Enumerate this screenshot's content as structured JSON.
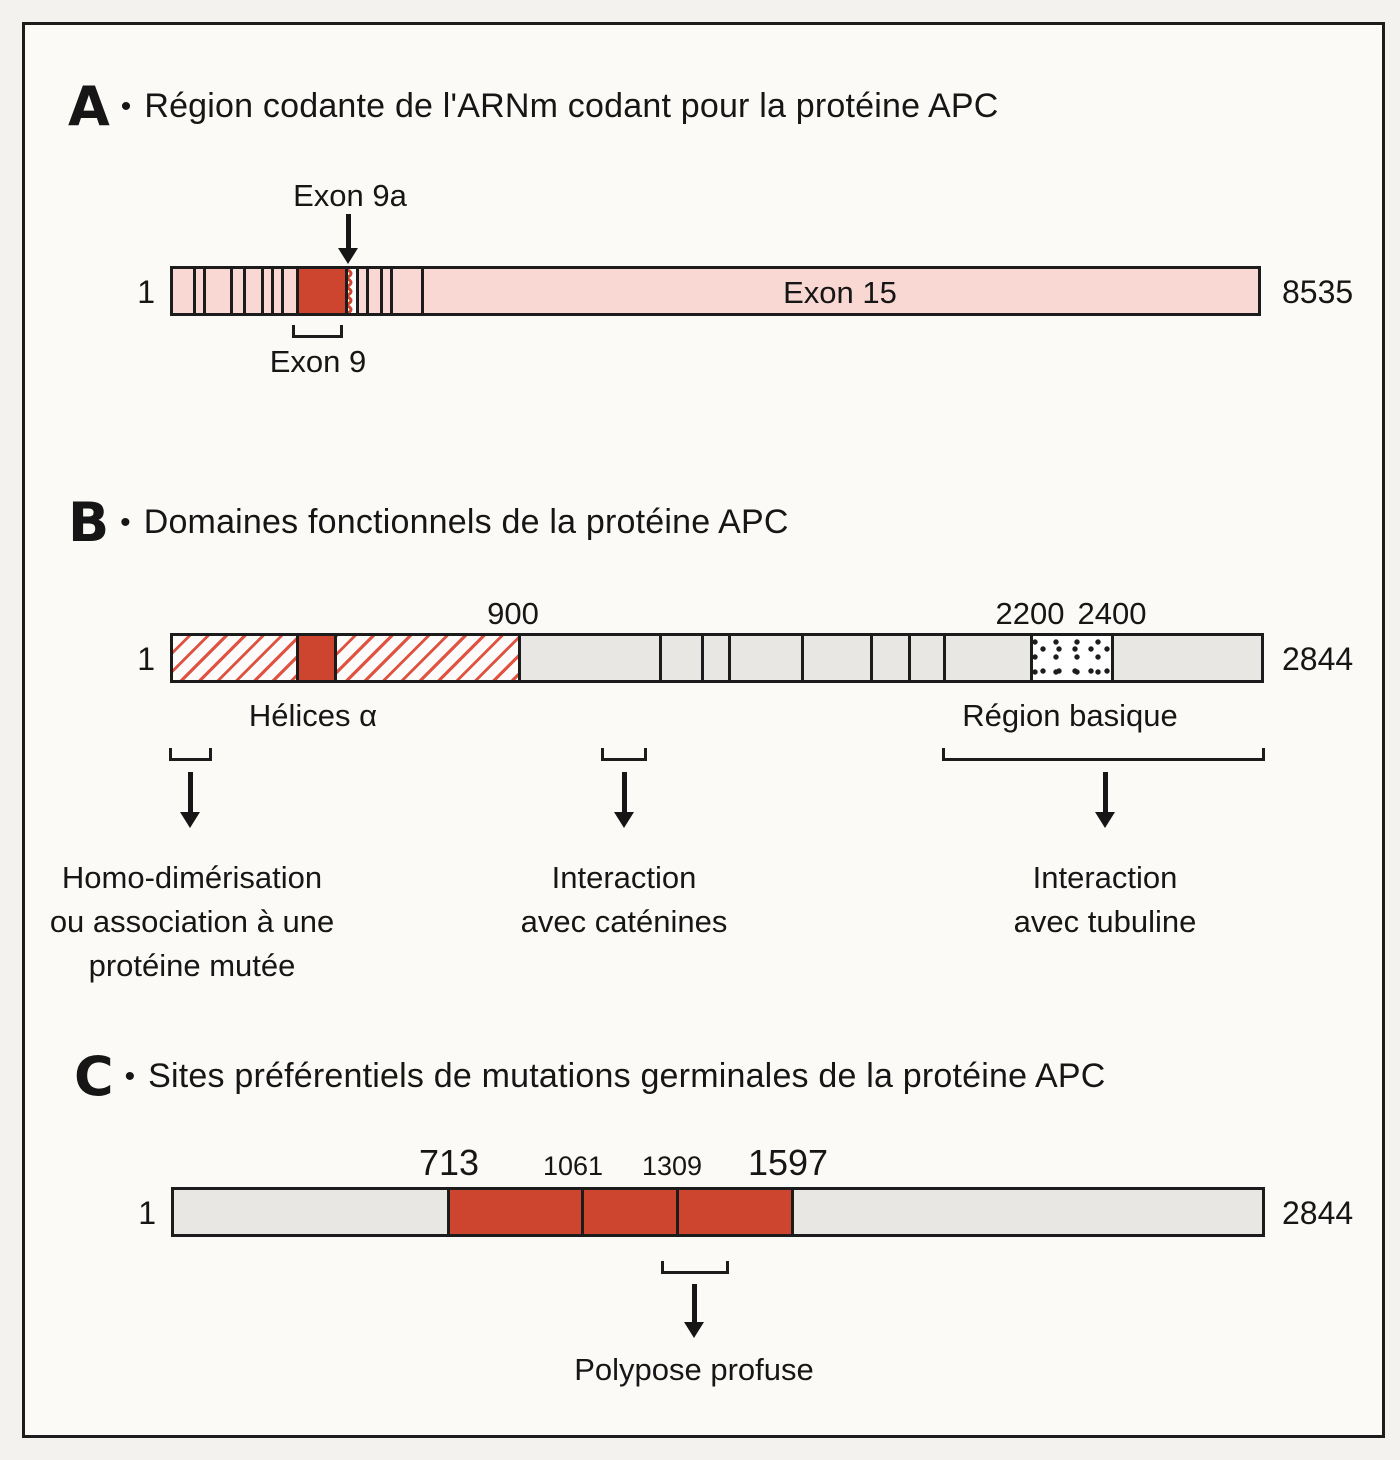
{
  "colors": {
    "red": "#ce452f",
    "pink": "#f9d7d3",
    "gray": "#e8e7e3",
    "hatch_red": "#df5340",
    "line": "#1c1c1c"
  },
  "panel_a": {
    "label": "A",
    "bullet": "•",
    "title": "Région codante de l'ARNm codant pour la protéine APC",
    "exon9a_label": "Exon 9a",
    "exon9_label": "Exon 9",
    "bar": {
      "start": "1",
      "end": "8535",
      "exon15_label": "Exon 15",
      "dividers": [
        20,
        30,
        57,
        70,
        88,
        98,
        108,
        123,
        172,
        183,
        193,
        207,
        217,
        248
      ]
    }
  },
  "panel_b": {
    "label": "B",
    "bullet": "•",
    "title": "Domaines fonctionnels de la protéine APC",
    "bar": {
      "start": "1",
      "end": "2844",
      "dividers": [
        123,
        161,
        345,
        486,
        528,
        555,
        628,
        697,
        735,
        770,
        857,
        938
      ]
    },
    "ticks": {
      "t900": "900",
      "t2200": "2200",
      "t2400": "2400"
    },
    "helices_label": "Hélices α",
    "region_basique_label": "Région basique",
    "annotations": [
      {
        "lines": [
          "Homo-dimérisation",
          "ou association à une",
          "protéine mutée"
        ]
      },
      {
        "lines": [
          "Interaction",
          "avec caténines"
        ]
      },
      {
        "lines": [
          "Interaction",
          "avec tubuline"
        ]
      }
    ]
  },
  "panel_c": {
    "label": "C",
    "bullet": "•",
    "title": "Sites préférentiels de mutations germinales de la protéine APC",
    "bar": {
      "start": "1",
      "end": "2844",
      "dividers": [
        273,
        407,
        502,
        617
      ]
    },
    "positions": {
      "p713": "713",
      "p1061": "1061",
      "p1309": "1309",
      "p1597": "1597"
    },
    "annotation": "Polypose profuse"
  }
}
